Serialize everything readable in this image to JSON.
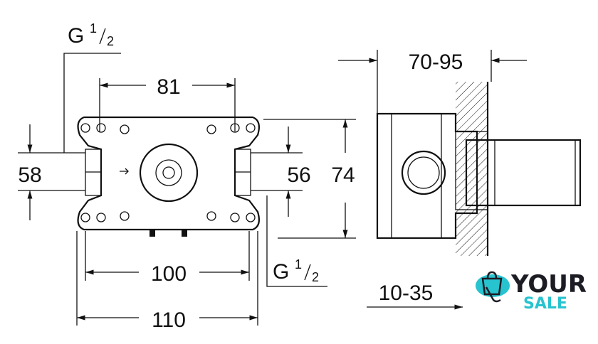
{
  "dimensions": {
    "thread_top": {
      "main": "G",
      "num": "1",
      "den": "2"
    },
    "thread_bottom": {
      "main": "G",
      "num": "1",
      "den": "2"
    },
    "hole_spacing": "81",
    "height_left": "58",
    "height_inner": "56",
    "height_total": "74",
    "width_inner": "100",
    "width_total": "110",
    "depth_range": "70-95",
    "wall_range": "10-35"
  },
  "logo": {
    "line1": "YOUR",
    "line2": "SALE",
    "accent": "#27c3cf",
    "dark": "#1c1c24"
  }
}
